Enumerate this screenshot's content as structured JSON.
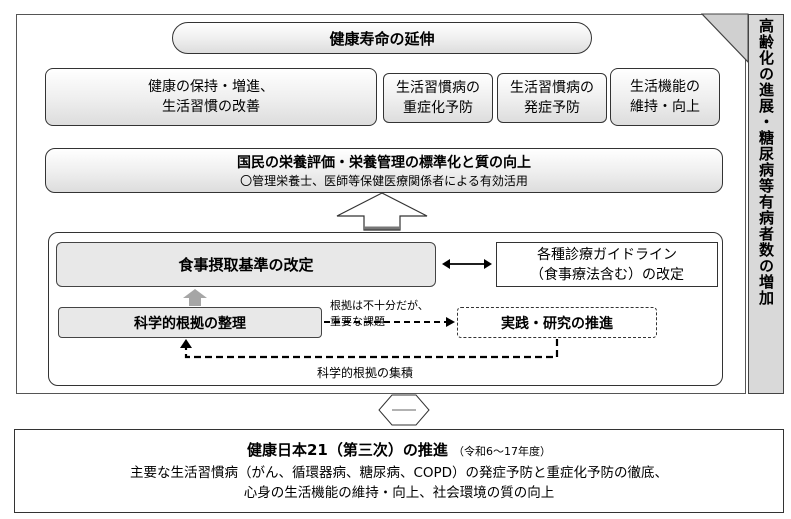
{
  "top": {
    "title": "健康寿命の延伸",
    "box1": [
      "健康の保持・増進、",
      "生活習慣の改善"
    ],
    "box2": [
      "生活習慣病の",
      "重症化予防"
    ],
    "box3": [
      "生活習慣病の",
      "発症予防"
    ],
    "box4": [
      "生活機能の",
      "維持・向上"
    ],
    "standard_title": "国民の栄養評価・栄養管理の標準化と質の向上",
    "standard_sub": "〇管理栄養士、医師等保健医療関係者による有効活用"
  },
  "side": {
    "label": "高齢化の進展・糖尿病等有病者数の増加"
  },
  "middle": {
    "revision": "食事摂取基準の改定",
    "guidelines": [
      "各種診療ガイドライン",
      "（食事療法含む）の改定"
    ],
    "evidence": "科学的根拠の整理",
    "note": [
      "根拠は不十分だが、",
      "重要な課題"
    ],
    "practice": "実践・研究の推進",
    "accumulation": "科学的根拠の集積"
  },
  "bottom": {
    "title": "健康日本21（第三次）の推進",
    "period": "（令和6～17年度）",
    "line1": "主要な生活習慣病（がん、循環器病、糖尿病、COPD）の発症予防と重症化予防の徹底、",
    "line2": "心身の生活機能の維持・向上、社会環境の質の向上"
  }
}
